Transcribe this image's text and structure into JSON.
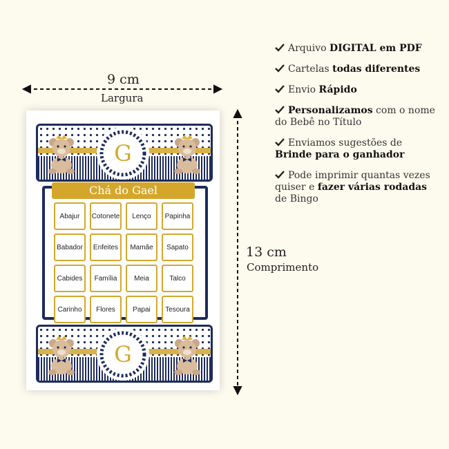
{
  "dimensions": {
    "width_value": "9 cm",
    "width_name": "Largura",
    "height_value": "13 cm",
    "height_name": "Comprimento"
  },
  "card": {
    "monogram": "G",
    "title": "Chá do Gael",
    "grid": [
      [
        "Abajur",
        "Cotonete",
        "Lenço",
        "Papinha"
      ],
      [
        "Babador",
        "Enfeites",
        "Mamãe",
        "Sapato"
      ],
      [
        "Cabides",
        "Família",
        "Meia",
        "Talco"
      ],
      [
        "Carinho",
        "Flores",
        "Papai",
        "Tesoura"
      ]
    ]
  },
  "features": [
    {
      "pre": "Arquivo ",
      "bold": "DIGITAL em PDF",
      "post": ""
    },
    {
      "pre": "Cartelas ",
      "bold": "todas diferentes",
      "post": ""
    },
    {
      "pre": "Envio ",
      "bold": "Rápido",
      "post": ""
    },
    {
      "pre": "",
      "bold": "Personalizamos",
      "post": " com o nome do Bebê no Título"
    },
    {
      "pre": "Enviamos sugestões de ",
      "bold": "Brinde para o ganhador",
      "post": ""
    },
    {
      "pre": "Pode imprimir quantas vezes quiser e ",
      "bold": "fazer várias rodadas",
      "post": " de Bingo"
    }
  ],
  "colors": {
    "navy": "#1d2b5c",
    "gold": "#d4a72c",
    "background": "#fdfbee"
  },
  "icons": [
    "checkmark-icon",
    "teddy-bear-icon",
    "laurel-wreath-icon",
    "dimension-arrow-icon"
  ]
}
